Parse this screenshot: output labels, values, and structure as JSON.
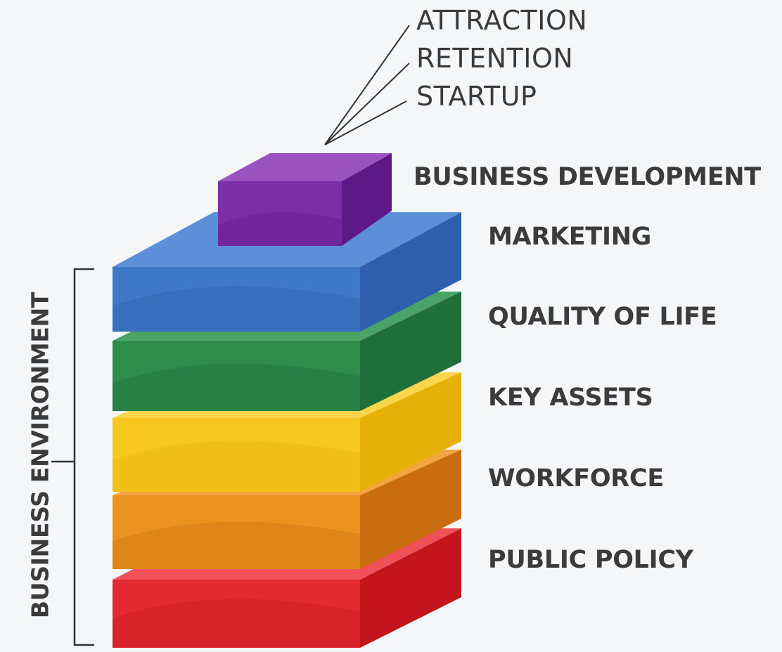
{
  "top_items": [
    "ATTRACTION",
    "RETENTION",
    "STARTUP"
  ],
  "layers": [
    {
      "label": "BUSINESS DEVELOPMENT",
      "color": "#7b2fa6"
    },
    {
      "label": "MARKETING",
      "color": "#3f74c6"
    },
    {
      "label": "QUALITY OF LIFE",
      "color": "#2f8a4e"
    },
    {
      "label": "KEY ASSETS",
      "color": "#f2c21a"
    },
    {
      "label": "WORKFORCE",
      "color": "#e8901c"
    },
    {
      "label": "PUBLIC POLICY",
      "color": "#e02a2e"
    }
  ],
  "bracket_label": "BUSINESS ENVIRONMENT"
}
